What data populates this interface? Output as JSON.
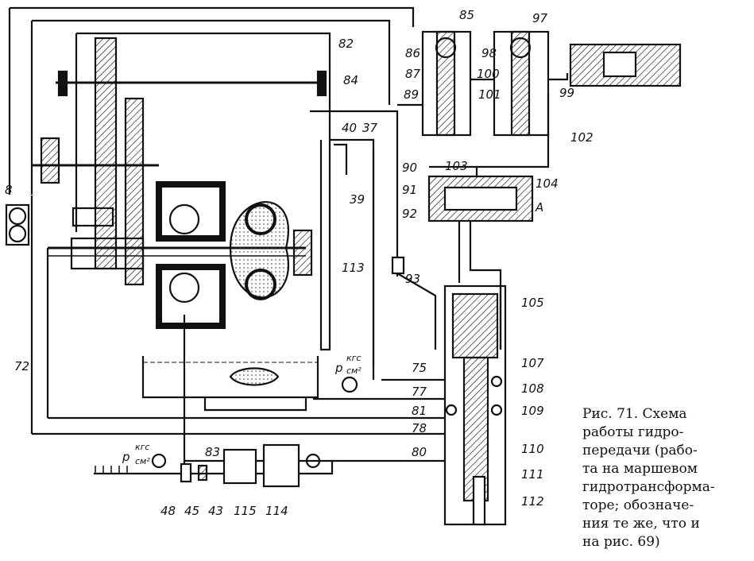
{
  "diagram": {
    "labels": {
      "l8": "8",
      "l82": "82",
      "l84": "84",
      "l85": "85",
      "l86": "86",
      "l87": "87",
      "l89": "89",
      "l97": "97",
      "l98": "98",
      "l99": "99",
      "l100": "100",
      "l101": "101",
      "l102": "102",
      "l40": "40",
      "l37": "37",
      "l39": "39",
      "l90": "90",
      "l103": "103",
      "l91": "91",
      "l104": "104",
      "lA": "A",
      "l92": "92",
      "l93": "93",
      "l113": "113",
      "l105": "105",
      "l107": "107",
      "l108": "108",
      "l109": "109",
      "l110": "110",
      "l111": "111",
      "l112": "112",
      "l75": "75",
      "l77": "77",
      "l81": "81",
      "l78": "78",
      "l80": "80",
      "l72": "72",
      "l83": "83",
      "l48": "48",
      "l45": "45",
      "l43": "43",
      "l115": "115",
      "l114": "114",
      "gauge_unit_top": "кгс",
      "gauge_unit_bottom": "см²",
      "gauge_p": "p"
    },
    "caption_lines": [
      "Рис. 71. Схема",
      "работы гидро-",
      "передачи (рабо-",
      "та на маршевом",
      "гидротрансформа-",
      "торе; обозначе-",
      "ния те же, что и",
      "на рис. 69)"
    ]
  },
  "colors": {
    "ink": "#111111",
    "paper": "#ffffff",
    "oil": "#c8c8c8"
  }
}
